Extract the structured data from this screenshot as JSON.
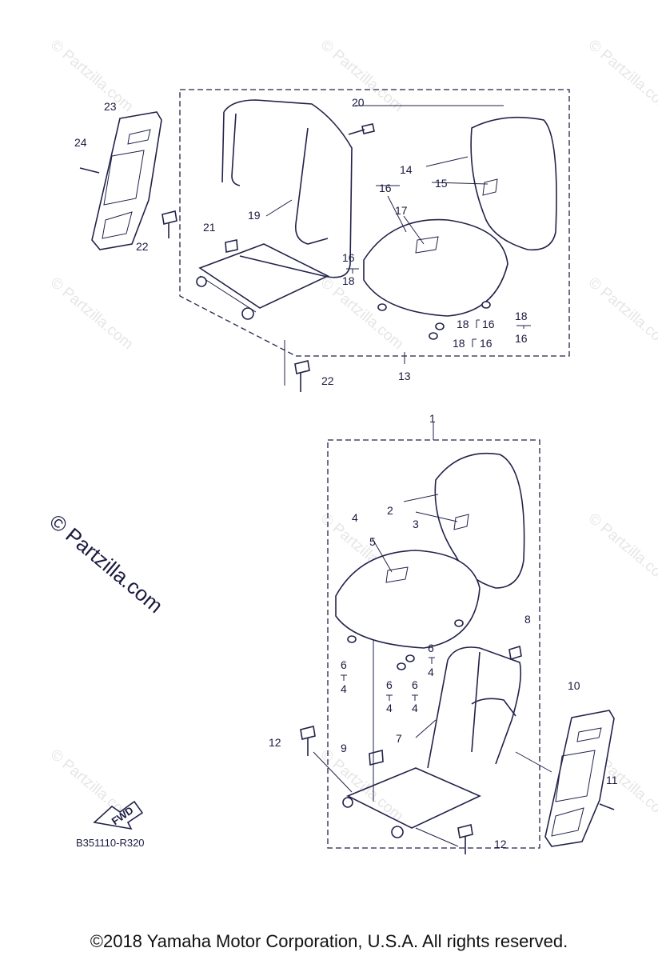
{
  "watermark": "© Partzilla.com",
  "diagram_code": "B351110-R320",
  "fwd_label": "FWD",
  "copyright": "©2018 Yamaha Motor Corporation, U.S.A. All rights reserved.",
  "callouts": {
    "p1": "1",
    "p2": "2",
    "p3": "3",
    "p4a": "4",
    "p4b": "4",
    "p4c": "4",
    "p4d": "4",
    "p4e": "4",
    "p5": "5",
    "p6a": "6",
    "p6b": "6",
    "p6c": "6",
    "p6d": "6",
    "p7": "7",
    "p8": "8",
    "p9": "9",
    "p10": "10",
    "p11": "11",
    "p12a": "12",
    "p12b": "12",
    "p13": "13",
    "p14": "14",
    "p15": "15",
    "p16a": "16",
    "p16b": "16",
    "p16c": "16",
    "p16d": "16",
    "p16e": "16",
    "p17": "17",
    "p18a": "18",
    "p18b": "18",
    "p18c": "18",
    "p18d": "18",
    "p19": "19",
    "p20": "20",
    "p21": "21",
    "p22a": "22",
    "p22b": "22",
    "p23": "23",
    "p24": "24"
  }
}
